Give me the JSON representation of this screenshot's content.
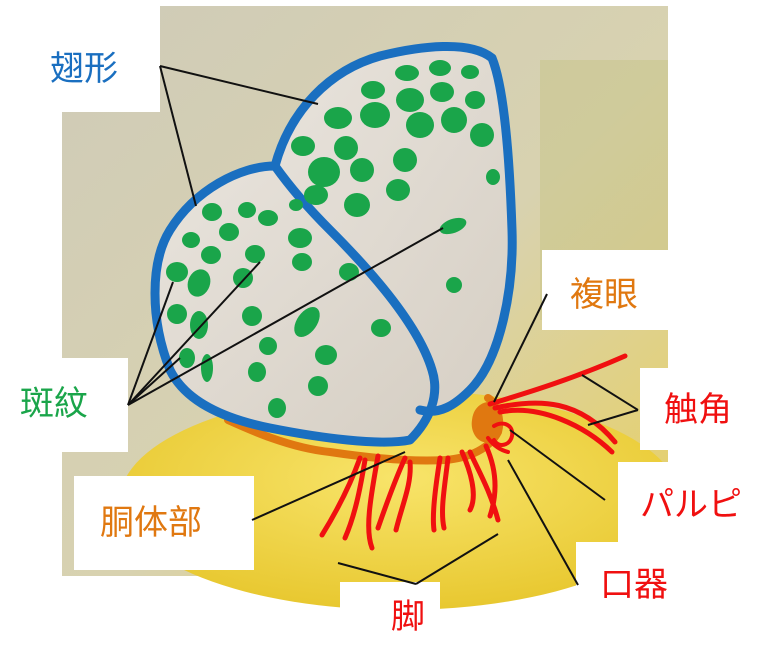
{
  "labels": {
    "wing_shape": "翅形",
    "spots": "斑紋",
    "compound_eye": "複眼",
    "antenna": "触角",
    "palpi": "パルピ",
    "body": "胴体部",
    "legs": "脚",
    "mouthparts": "口器"
  },
  "colors": {
    "wing_outline": "#1a6fc0",
    "spots": "#1aa54a",
    "body_outline": "#e07810",
    "legs_antenna": "#f01010",
    "label_blue": "#1a6fc0",
    "label_green": "#1aa54a",
    "label_orange": "#e07810",
    "label_red": "#f01010"
  }
}
